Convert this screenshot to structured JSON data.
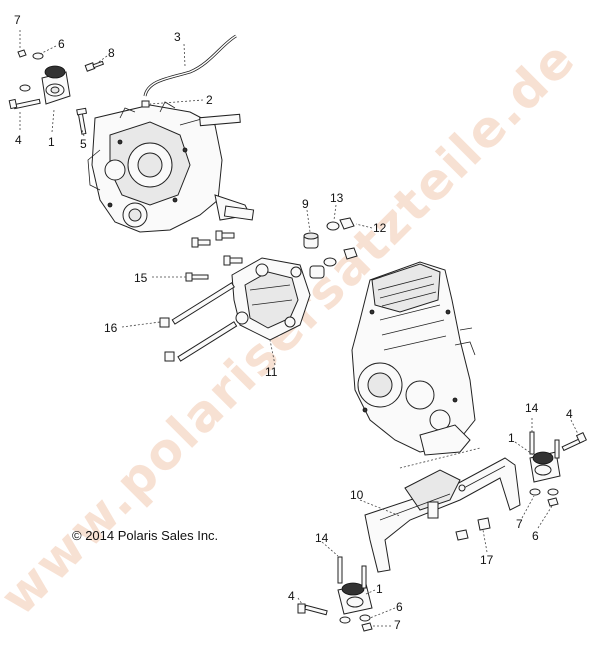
{
  "watermark": "www.polarisersatzteile.de",
  "copyright": "© 2014 Polaris Sales Inc.",
  "callouts": [
    {
      "id": "c7a",
      "label": "7"
    },
    {
      "id": "c6a",
      "label": "6"
    },
    {
      "id": "c8",
      "label": "8"
    },
    {
      "id": "c3",
      "label": "3"
    },
    {
      "id": "c2",
      "label": "2"
    },
    {
      "id": "c4a",
      "label": "4"
    },
    {
      "id": "c1a",
      "label": "1"
    },
    {
      "id": "c5",
      "label": "5"
    },
    {
      "id": "c9",
      "label": "9"
    },
    {
      "id": "c13",
      "label": "13"
    },
    {
      "id": "c12",
      "label": "12"
    },
    {
      "id": "c15",
      "label": "15"
    },
    {
      "id": "c16",
      "label": "16"
    },
    {
      "id": "c11",
      "label": "11"
    },
    {
      "id": "c14a",
      "label": "14"
    },
    {
      "id": "c4b",
      "label": "4"
    },
    {
      "id": "c1b",
      "label": "1"
    },
    {
      "id": "c10",
      "label": "10"
    },
    {
      "id": "c7b",
      "label": "7"
    },
    {
      "id": "c6b",
      "label": "6"
    },
    {
      "id": "c17",
      "label": "17"
    },
    {
      "id": "c14b",
      "label": "14"
    },
    {
      "id": "c1c",
      "label": "1"
    },
    {
      "id": "c4c",
      "label": "4"
    },
    {
      "id": "c6c",
      "label": "6"
    },
    {
      "id": "c7c",
      "label": "7"
    }
  ]
}
